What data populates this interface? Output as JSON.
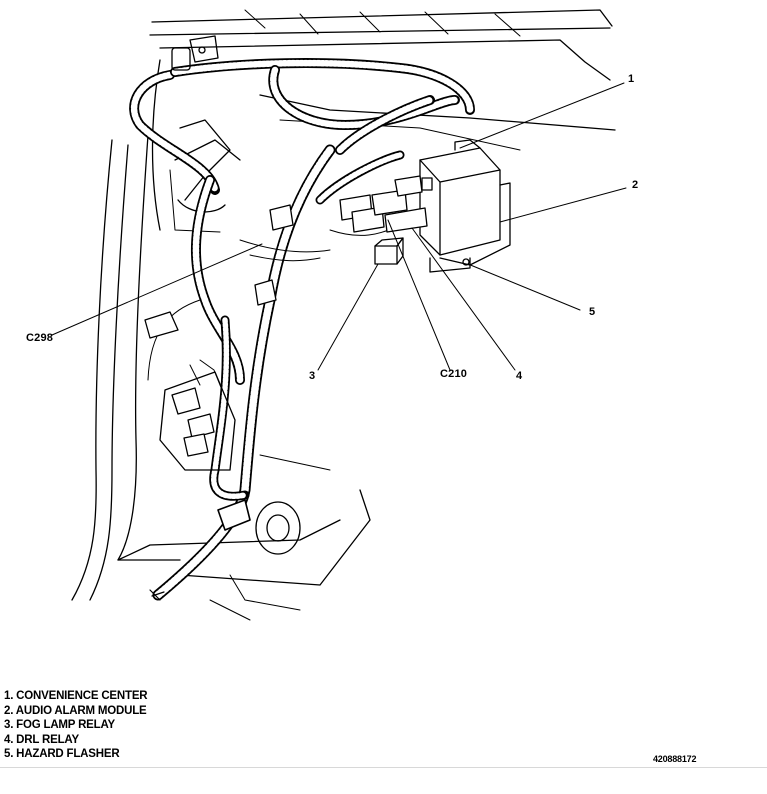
{
  "callouts": [
    {
      "id": "1",
      "text": "1"
    },
    {
      "id": "2",
      "text": "2"
    },
    {
      "id": "3",
      "text": "3"
    },
    {
      "id": "4",
      "text": "4"
    },
    {
      "id": "5",
      "text": "5"
    },
    {
      "id": "c298",
      "text": "C298"
    },
    {
      "id": "c210",
      "text": "C210"
    }
  ],
  "legend": [
    "1. CONVENIENCE CENTER",
    "2. AUDIO ALARM MODULE",
    "3. FOG LAMP RELAY",
    "4. DRL RELAY",
    "5. HAZARD FLASHER"
  ],
  "figure_code": "420888172",
  "colors": {
    "ink": "#000000",
    "background": "#ffffff"
  }
}
